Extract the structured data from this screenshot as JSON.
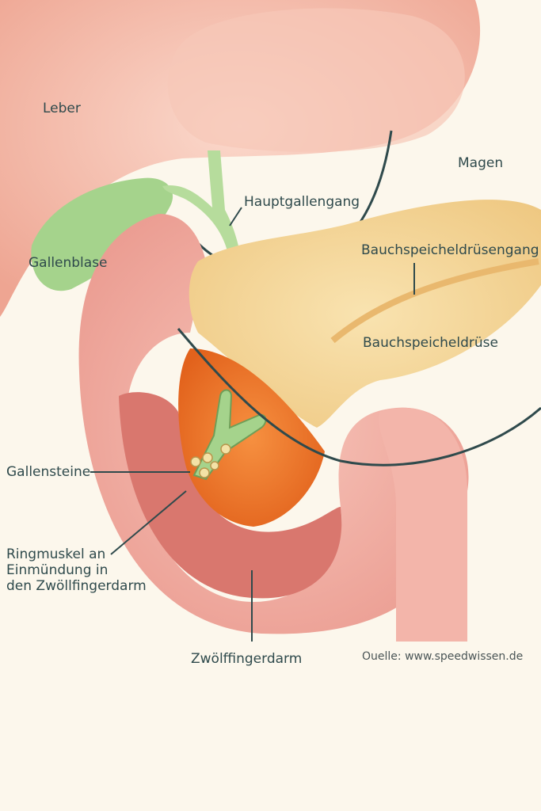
{
  "title": "Anatomie: Gallenwege und Bauchspeicheldrüse",
  "labels": {
    "leber": "Leber",
    "magen": "Magen",
    "hauptgallengang": "Hauptgallengang",
    "gallenblase": "Gallenblase",
    "bauchspeicheldruesengang": "Bauchspeicheldrüsengang",
    "bauchspeicheldruese": "Bauchspeicheldrüse",
    "gallensteine": "Gallensteine",
    "ringmuskel_1": "Ringmuskel an",
    "ringmuskel_2": "Einmündung in",
    "ringmuskel_3": "den Zwöllfingerdarm",
    "zwoelffingerdarm": "Zwölffingerdarm"
  },
  "source": "Ouelle: www.speedwissen.de",
  "colors": {
    "background": "#fcf7ec",
    "liver": "#f3b9a6",
    "gallbladder": "#a5d38c",
    "pancreas": "#f5d79a",
    "duodenum": "#f1a9a0",
    "pancreas_head": "#ee7a2c",
    "outline": "#2f4a4c"
  }
}
